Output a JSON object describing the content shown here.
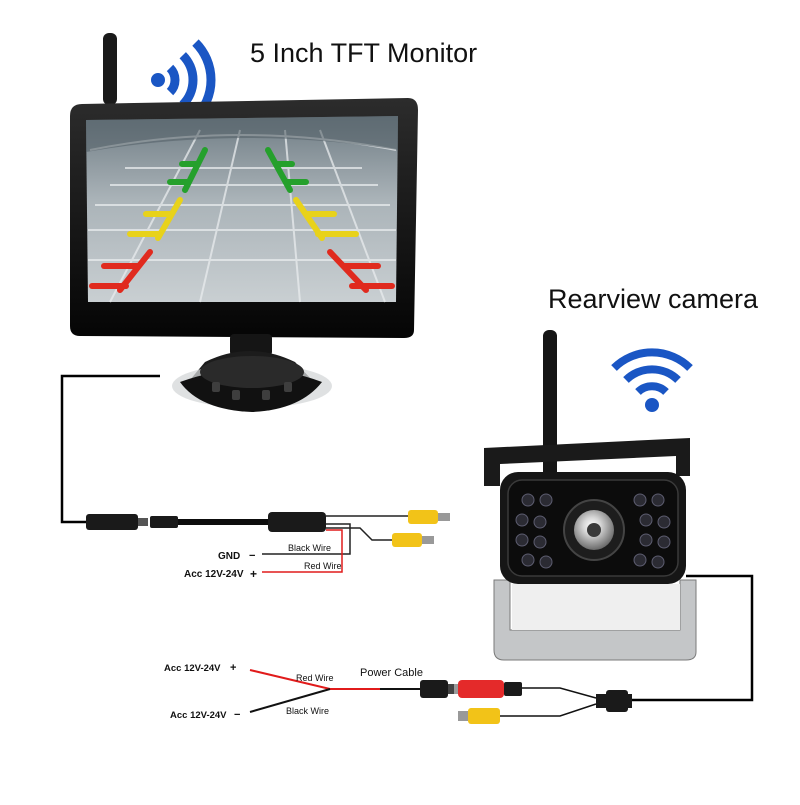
{
  "monitor": {
    "title": "5 Inch TFT Monitor",
    "gnd_label": "GND",
    "gnd_sign": "−",
    "gnd_wire": "Black Wire",
    "power_label": "Acc 12V-24V",
    "power_sign": "+",
    "power_wire": "Red Wire"
  },
  "camera": {
    "title": "Rearview camera",
    "pos_label": "Acc 12V-24V",
    "pos_sign": "+",
    "pos_wire": "Red Wire",
    "neg_label": "Acc 12V-24V",
    "neg_sign": "−",
    "neg_wire": "Black Wire",
    "power_cable": "Power Cable"
  },
  "colors": {
    "wifi": "#1a56c4",
    "wire_red": "#e11b1b",
    "rca_yellow": "#f2c318",
    "rca_red": "#e42a2a",
    "guide_green": "#25a02c",
    "guide_yellow": "#e8d21a",
    "guide_red": "#e02a1e"
  },
  "icons": [
    "wifi-icon",
    "wifi-icon"
  ]
}
